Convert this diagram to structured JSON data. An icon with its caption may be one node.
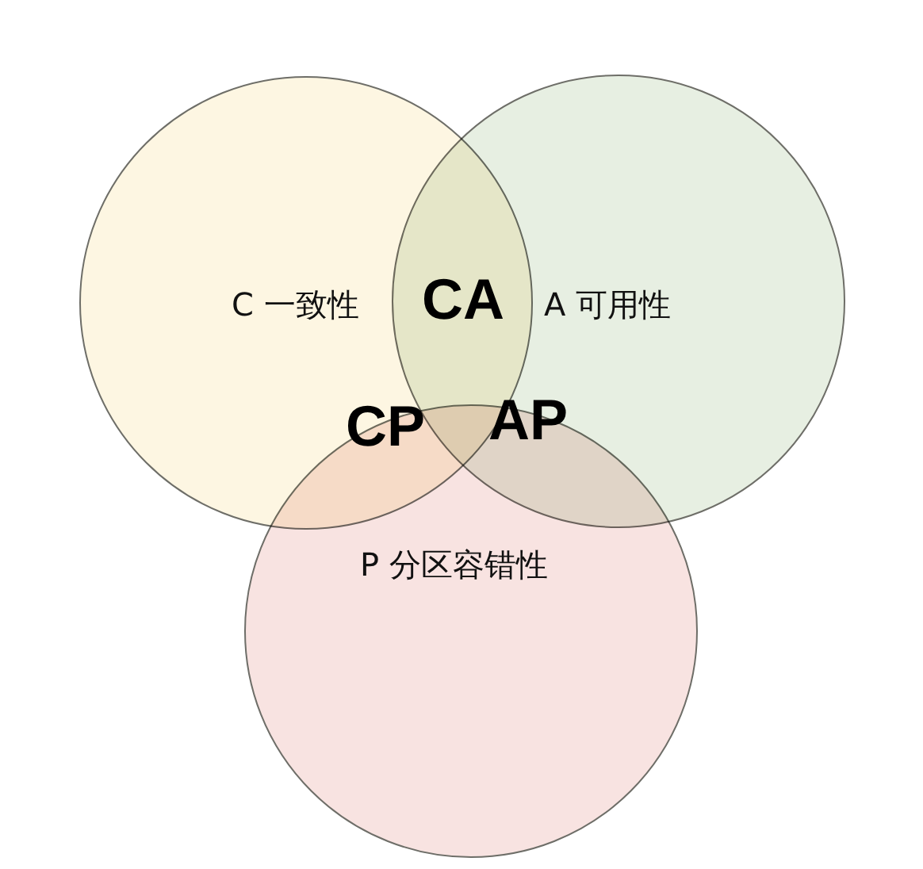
{
  "diagram": {
    "nodes": [
      {
        "text": [
          "C 一致性"
        ]
      },
      {
        "text": [
          "A 可用性"
        ]
      },
      {
        "text": [
          "P 分区容错性"
        ]
      }
    ],
    "labels": [
      "CA",
      "CP",
      "AP"
    ]
  }
}
